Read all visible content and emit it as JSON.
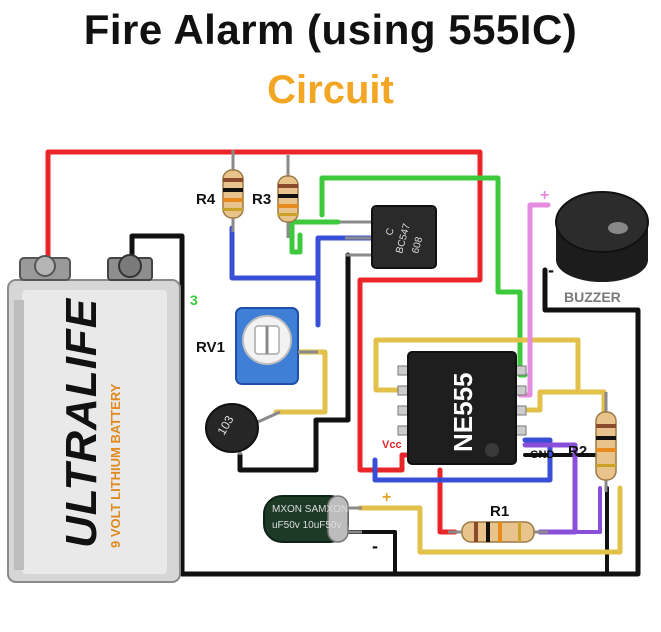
{
  "title": "Fire Alarm (using 555IC)",
  "subtitle": "Circuit",
  "labels": {
    "r4": "R4",
    "r3": "R3",
    "r2": "R2",
    "r1": "R1",
    "rv1": "RV1",
    "buzzer": "BUZZER",
    "ic": "NE555",
    "vcc": "Vcc",
    "gnd": "GND",
    "plus": "+",
    "minus": "-",
    "q_tag": "3",
    "transistor_line1": "BC547",
    "transistor_line2": "C",
    "transistor_line3": "608",
    "thermistor": "103",
    "capacitor_line1": "MXON SAMXON",
    "capacitor_line2": "uF50v 10uF50v",
    "battery_brand": "ULTRALIFE",
    "battery_type": "9 VOLT LITHIUM BATTERY"
  },
  "colors": {
    "red_wire": "#e8262a",
    "black_wire": "#111111",
    "green_wire": "#3cc93c",
    "blue_wire": "#3a4fd8",
    "yellow_wire": "#e3c04a",
    "pink_wire": "#e58be0",
    "purple_wire": "#8a4fd8",
    "title_accent": "#f2a623"
  }
}
